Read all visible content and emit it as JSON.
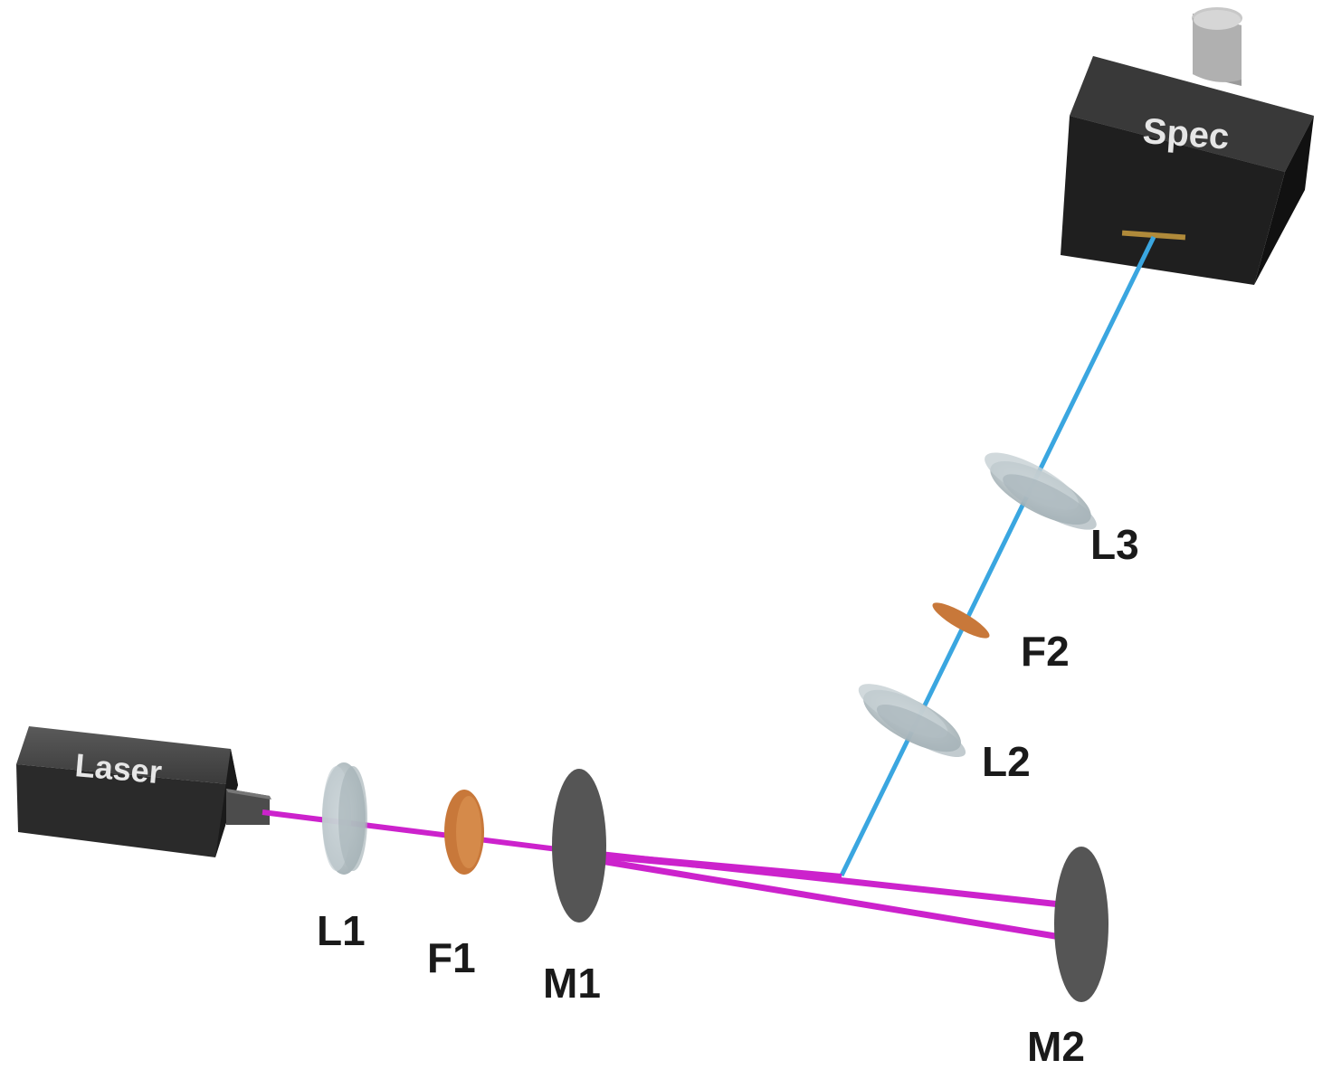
{
  "devices": {
    "laser": "Laser",
    "spectrometer": "Spec"
  },
  "labels": {
    "L1": "L1",
    "F1": "F1",
    "M1": "M1",
    "M2": "M2",
    "L2": "L2",
    "F2": "F2",
    "L3": "L3"
  },
  "colors": {
    "excitation_beam": "#cc22cc",
    "collected_beam": "#3aa6e0",
    "filter": "#c8783a",
    "mirror": "#555555",
    "lens": "#a9b5ba",
    "device_body": "#2a2a2a"
  }
}
